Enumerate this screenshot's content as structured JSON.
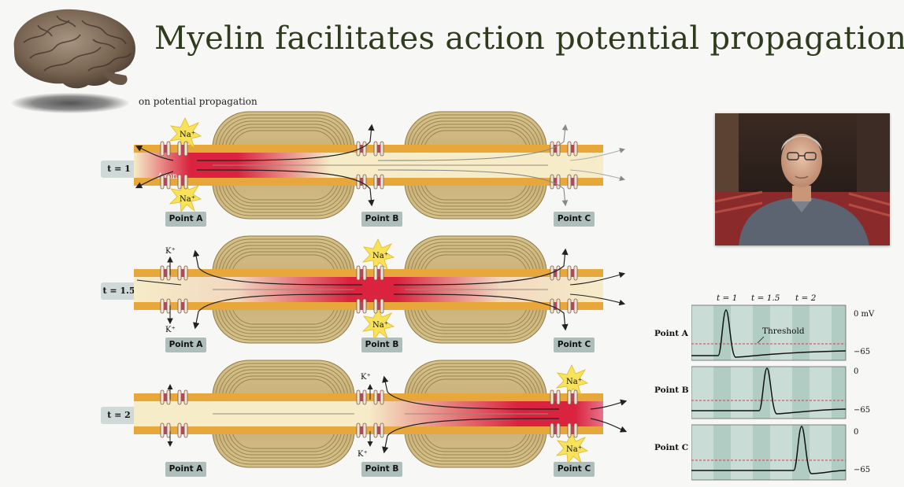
{
  "slide": {
    "title": "Myelin facilitates action potential propagation",
    "subtitle_fragment": "on potential propagation"
  },
  "diagram": {
    "rows": [
      {
        "time_label": "t = 1",
        "na_top": "Na⁺",
        "na_bottom": "Na⁺",
        "axon_label": "Axon"
      },
      {
        "time_label": "t = 1.5",
        "na_top": "Na⁺",
        "na_bottom": "Na⁺",
        "k_top": "K⁺",
        "k_bottom": "K⁺"
      },
      {
        "time_label": "t = 2",
        "na_top": "Na⁺",
        "na_bottom": "Na⁺",
        "k_top": "K⁺",
        "k_bottom": "K⁺"
      }
    ],
    "points": [
      "Point A",
      "Point B",
      "Point C"
    ]
  },
  "traces": {
    "time_ticks": [
      "t = 1",
      "t = 1.5",
      "t = 2"
    ],
    "threshold_label": "Threshold",
    "rows": [
      {
        "label": "Point A",
        "top_value": "0 mV",
        "bottom_value": "−65"
      },
      {
        "label": "Point B",
        "top_value": "0",
        "bottom_value": "−65"
      },
      {
        "label": "Point C",
        "top_value": "0",
        "bottom_value": "−65"
      }
    ]
  },
  "colors": {
    "myelin": "#c9b27a",
    "myelin_dark": "#8e7a45",
    "membrane": "#e8a73a",
    "axon_interior": "#f6ecc8",
    "depolarized": "#d9233f",
    "trace_bg": "#b9d3cb",
    "threshold": "#d23a4a"
  }
}
